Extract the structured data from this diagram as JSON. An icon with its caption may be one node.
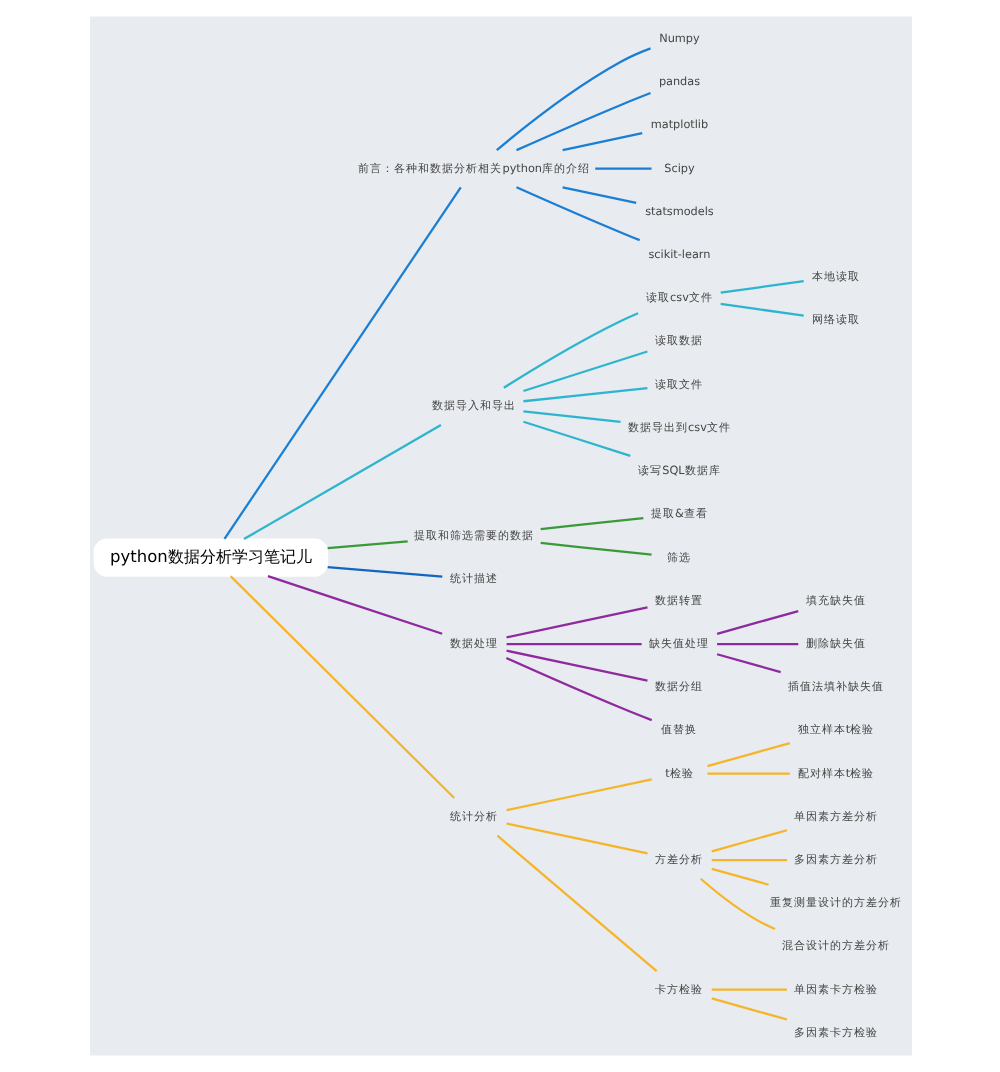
{
  "diagram": {
    "nodes": [
      {
        "text": [
          "python数据分析学习笔记儿"
        ]
      },
      {
        "text": [
          "前言：各种和数据分析相关python库的介绍"
        ]
      },
      {
        "text": [
          "Numpy"
        ]
      },
      {
        "text": [
          "pandas"
        ]
      },
      {
        "text": [
          "matplotlib"
        ]
      },
      {
        "text": [
          "Scipy"
        ]
      },
      {
        "text": [
          "statsmodels"
        ]
      },
      {
        "text": [
          "scikit-learn"
        ]
      },
      {
        "text": [
          "数据导入和导出"
        ]
      },
      {
        "text": [
          "读取csv文件"
        ]
      },
      {
        "text": [
          "本地读取"
        ]
      },
      {
        "text": [
          "网络读取"
        ]
      },
      {
        "text": [
          "读取数据"
        ]
      },
      {
        "text": [
          "读取文件"
        ]
      },
      {
        "text": [
          "数据导出到csv文件"
        ]
      },
      {
        "text": [
          "读写SQL数据库"
        ]
      },
      {
        "text": [
          "提取和筛选需要的数据"
        ]
      },
      {
        "text": [
          "提取&查看"
        ]
      },
      {
        "text": [
          "筛选"
        ]
      },
      {
        "text": [
          "统计描述"
        ]
      },
      {
        "text": [
          "数据处理"
        ]
      },
      {
        "text": [
          "数据转置"
        ]
      },
      {
        "text": [
          "缺失值处理"
        ]
      },
      {
        "text": [
          "填充缺失值"
        ]
      },
      {
        "text": [
          "删除缺失值"
        ]
      },
      {
        "text": [
          "插值法填补缺失值"
        ]
      },
      {
        "text": [
          "数据分组"
        ]
      },
      {
        "text": [
          "值替换"
        ]
      },
      {
        "text": [
          "统计分析"
        ]
      },
      {
        "text": [
          "t检验"
        ]
      },
      {
        "text": [
          "独立样本t检验"
        ]
      },
      {
        "text": [
          "配对样本t检验"
        ]
      },
      {
        "text": [
          "方差分析"
        ]
      },
      {
        "text": [
          "单因素方差分析"
        ]
      },
      {
        "text": [
          "多因素方差分析"
        ]
      },
      {
        "text": [
          "重复测量设计的方差分析"
        ]
      },
      {
        "text": [
          "混合设计的方差分析"
        ]
      },
      {
        "text": [
          "卡方检验"
        ]
      },
      {
        "text": [
          "单因素卡方检验"
        ]
      },
      {
        "text": [
          "多因素卡方检验"
        ]
      }
    ],
    "edges": [
      {
        "from": 0,
        "to": 1,
        "arrow": "none",
        "color": "#1a7fd4"
      },
      {
        "from": 1,
        "to": 2,
        "arrow": "none",
        "color": "#1a7fd4"
      },
      {
        "from": 1,
        "to": 3,
        "arrow": "none",
        "color": "#1a7fd4"
      },
      {
        "from": 1,
        "to": 4,
        "arrow": "none",
        "color": "#1a7fd4"
      },
      {
        "from": 1,
        "to": 5,
        "arrow": "none",
        "color": "#1a7fd4"
      },
      {
        "from": 1,
        "to": 6,
        "arrow": "none",
        "color": "#1a7fd4"
      },
      {
        "from": 1,
        "to": 7,
        "arrow": "none",
        "color": "#1a7fd4"
      },
      {
        "from": 0,
        "to": 8,
        "arrow": "none",
        "color": "#2db5cf"
      },
      {
        "from": 8,
        "to": 9,
        "arrow": "none",
        "color": "#2db5cf"
      },
      {
        "from": 9,
        "to": 10,
        "arrow": "none",
        "color": "#2db5cf"
      },
      {
        "from": 9,
        "to": 11,
        "arrow": "none",
        "color": "#2db5cf"
      },
      {
        "from": 8,
        "to": 12,
        "arrow": "none",
        "color": "#2db5cf"
      },
      {
        "from": 8,
        "to": 13,
        "arrow": "none",
        "color": "#2db5cf"
      },
      {
        "from": 8,
        "to": 14,
        "arrow": "none",
        "color": "#2db5cf"
      },
      {
        "from": 8,
        "to": 15,
        "arrow": "none",
        "color": "#2db5cf"
      },
      {
        "from": 0,
        "to": 16,
        "arrow": "none",
        "color": "#3a9a3a"
      },
      {
        "from": 16,
        "to": 17,
        "arrow": "none",
        "color": "#3a9a3a"
      },
      {
        "from": 16,
        "to": 18,
        "arrow": "none",
        "color": "#3a9a3a"
      },
      {
        "from": 0,
        "to": 19,
        "arrow": "none",
        "color": "#1565c0"
      },
      {
        "from": 0,
        "to": 20,
        "arrow": "none",
        "color": "#8e2a9e"
      },
      {
        "from": 20,
        "to": 21,
        "arrow": "none",
        "color": "#8e2a9e"
      },
      {
        "from": 20,
        "to": 22,
        "arrow": "none",
        "color": "#8e2a9e"
      },
      {
        "from": 22,
        "to": 23,
        "arrow": "none",
        "color": "#8e2a9e"
      },
      {
        "from": 22,
        "to": 24,
        "arrow": "none",
        "color": "#8e2a9e"
      },
      {
        "from": 22,
        "to": 25,
        "arrow": "none",
        "color": "#8e2a9e"
      },
      {
        "from": 20,
        "to": 26,
        "arrow": "none",
        "color": "#8e2a9e"
      },
      {
        "from": 20,
        "to": 27,
        "arrow": "none",
        "color": "#8e2a9e"
      },
      {
        "from": 0,
        "to": 28,
        "arrow": "none",
        "color": "#f5b52a"
      },
      {
        "from": 28,
        "to": 29,
        "arrow": "none",
        "color": "#f5b52a"
      },
      {
        "from": 29,
        "to": 30,
        "arrow": "none",
        "color": "#f5b52a"
      },
      {
        "from": 29,
        "to": 31,
        "arrow": "none",
        "color": "#f5b52a"
      },
      {
        "from": 28,
        "to": 32,
        "arrow": "none",
        "color": "#f5b52a"
      },
      {
        "from": 32,
        "to": 33,
        "arrow": "none",
        "color": "#f5b52a"
      },
      {
        "from": 32,
        "to": 34,
        "arrow": "none",
        "color": "#f5b52a"
      },
      {
        "from": 32,
        "to": 35,
        "arrow": "none",
        "color": "#f5b52a"
      },
      {
        "from": 32,
        "to": 36,
        "arrow": "none",
        "color": "#f5b52a"
      },
      {
        "from": 28,
        "to": 37,
        "arrow": "none",
        "color": "#f5b52a"
      },
      {
        "from": 37,
        "to": 38,
        "arrow": "none",
        "color": "#f5b52a"
      },
      {
        "from": 37,
        "to": 39,
        "arrow": "none",
        "color": "#f5b52a"
      }
    ]
  }
}
